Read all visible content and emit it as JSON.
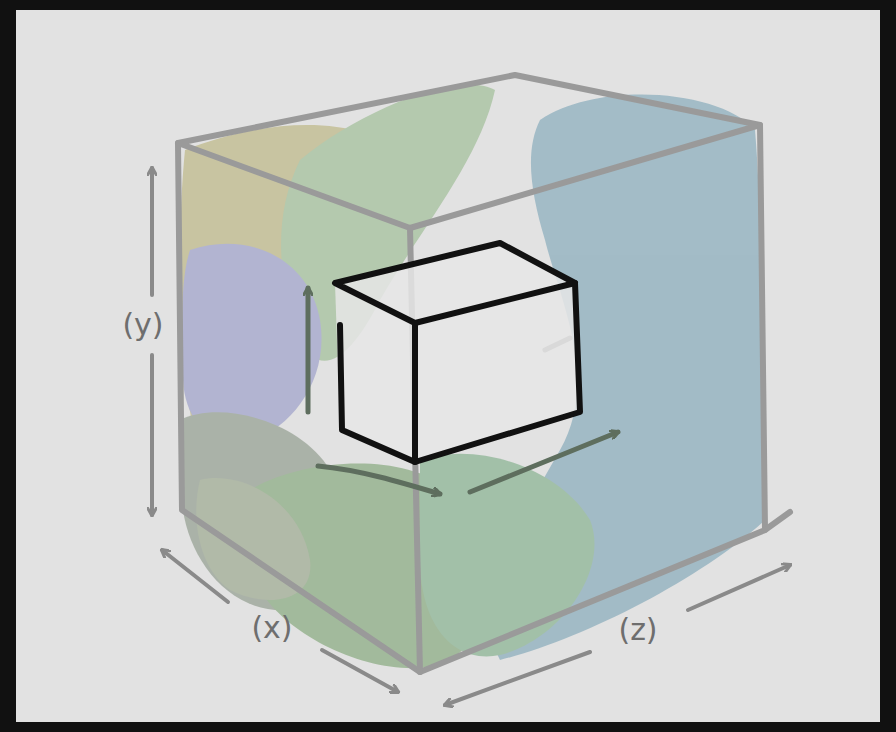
{
  "diagram": {
    "labels": [
      "(y)",
      "(x)",
      "(z)"
    ]
  }
}
